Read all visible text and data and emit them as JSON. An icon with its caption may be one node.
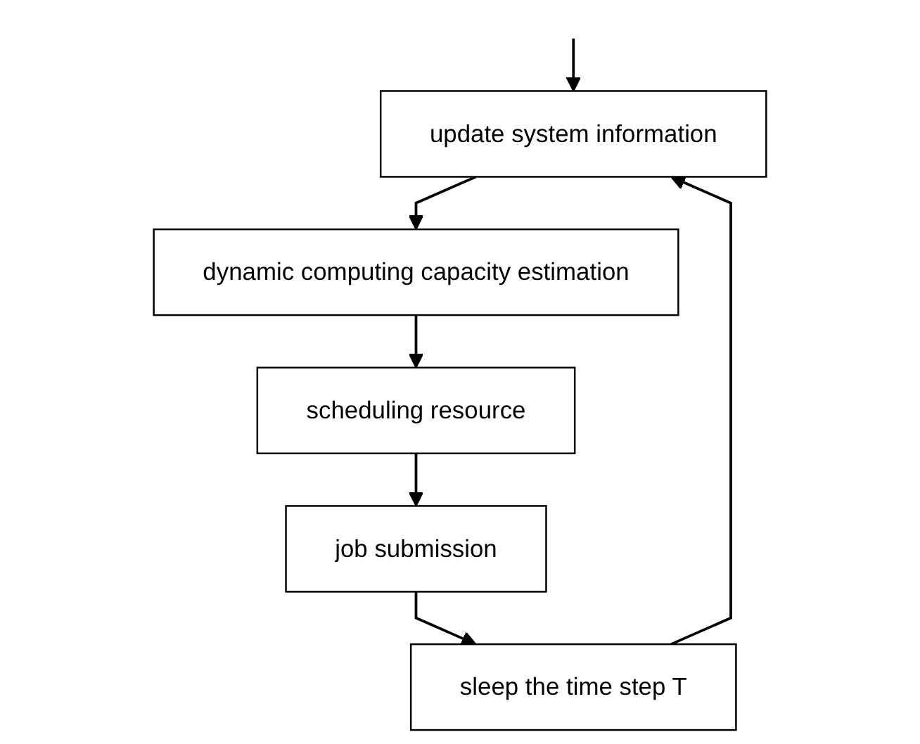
{
  "diagram": {
    "nodes": [
      {
        "text": [
          "update system information"
        ]
      },
      {
        "text": [
          "dynamic computing capacity estimation"
        ]
      },
      {
        "text": [
          "scheduling resource"
        ]
      },
      {
        "text": [
          "job submission"
        ]
      },
      {
        "text": [
          "sleep the time step  T"
        ]
      }
    ],
    "edges": [
      {
        "from": null,
        "to": 0,
        "arrow": "to"
      },
      {
        "from": 0,
        "to": 1,
        "arrow": "to"
      },
      {
        "from": 1,
        "to": 2,
        "arrow": "to"
      },
      {
        "from": 2,
        "to": 3,
        "arrow": "to"
      },
      {
        "from": 3,
        "to": 4,
        "arrow": "to"
      },
      {
        "from": 4,
        "to": 0,
        "arrow": "to"
      }
    ]
  }
}
